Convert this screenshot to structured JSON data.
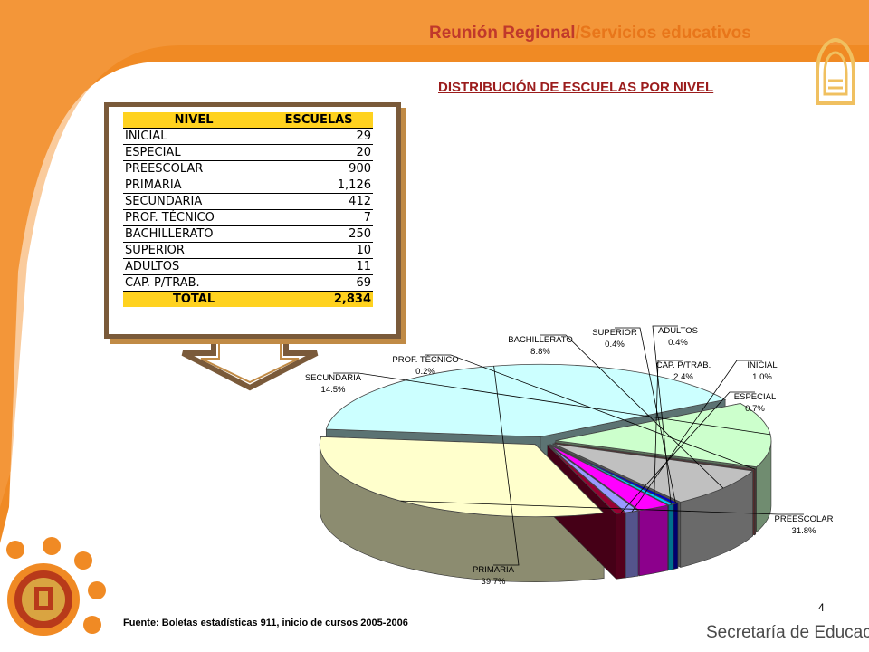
{
  "header": {
    "title_part1": "Reunión Regional",
    "title_sep": "/",
    "title_part2": "Servicios educativos",
    "subtitle": "DISTRIBUCIÓN DE ESCUELAS POR NIVEL"
  },
  "table": {
    "header": [
      "NIVEL",
      "ESCUELAS"
    ],
    "rows": [
      {
        "nivel": "INICIAL",
        "escuelas": "29"
      },
      {
        "nivel": "ESPECIAL",
        "escuelas": "20"
      },
      {
        "nivel": "PREESCOLAR",
        "escuelas": "900"
      },
      {
        "nivel": "PRIMARIA",
        "escuelas": "1,126"
      },
      {
        "nivel": "SECUNDARIA",
        "escuelas": "412"
      },
      {
        "nivel": "PROF. TÉCNICO",
        "escuelas": "7"
      },
      {
        "nivel": "BACHILLERATO",
        "escuelas": "250"
      },
      {
        "nivel": "SUPERIOR",
        "escuelas": "10"
      },
      {
        "nivel": "ADULTOS",
        "escuelas": "11"
      },
      {
        "nivel": "CAP. P/TRAB.",
        "escuelas": "69"
      }
    ],
    "total_label": "TOTAL",
    "total_value": "2,834"
  },
  "chart_data": {
    "type": "pie",
    "variant": "3d-exploded",
    "slices": [
      {
        "label": "PRIMARIA",
        "value": 39.7,
        "pct_label": "39.7%",
        "color": "#ccffff"
      },
      {
        "label": "SECUNDARIA",
        "value": 14.5,
        "pct_label": "14.5%",
        "color": "#ccffcc"
      },
      {
        "label": "PROF. TÉCNICO",
        "value": 0.2,
        "pct_label": "0.2%",
        "color": "#c06060"
      },
      {
        "label": "BACHILLERATO",
        "value": 8.8,
        "pct_label": "8.8%",
        "color": "#c0c0c0"
      },
      {
        "label": "SUPERIOR",
        "value": 0.4,
        "pct_label": "0.4%",
        "color": "#0000cc"
      },
      {
        "label": "ADULTOS",
        "value": 0.4,
        "pct_label": "0.4%",
        "color": "#00ccff"
      },
      {
        "label": "CAP. P/TRAB.",
        "value": 2.4,
        "pct_label": "2.4%",
        "color": "#ff00ff"
      },
      {
        "label": "INICIAL",
        "value": 1.0,
        "pct_label": "1.0%",
        "color": "#9999ff"
      },
      {
        "label": "ESPECIAL",
        "value": 0.7,
        "pct_label": "0.7%",
        "color": "#990033"
      },
      {
        "label": "PREESCOLAR",
        "value": 31.8,
        "pct_label": "31.8%",
        "color": "#ffffcc"
      }
    ]
  },
  "footer": {
    "page_number": "4",
    "source": "Fuente: Boletas estadísticas  911, inicio de cursos 2005-2006",
    "brand": "Secretaría de Educación"
  },
  "colors": {
    "title_red": "#c0392b",
    "title_orange": "#e8761a",
    "swoosh_orange": "#f08a24",
    "table_highlight": "#ffd21f"
  },
  "icons": [
    "logo-mark-icon",
    "seal-emblem-icon",
    "arrow-down-icon"
  ]
}
